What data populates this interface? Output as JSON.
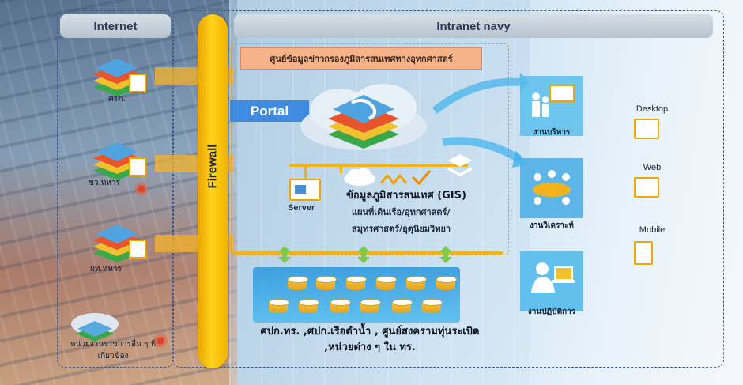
{
  "zones": {
    "internet": "Internet",
    "intranet": "Intranet navy"
  },
  "firewall": "Firewall",
  "banner": "ศูนย์ข้อมูลข่าวกรองภูมิสารสนเทศทางอุทกศาสตร์",
  "portal": "Portal",
  "server": "Server",
  "gis": {
    "title": "ข้อมูลภูมิสารสนเทศ (GIS)",
    "line1": "แผนที่เดินเรือ/อุทกศาสตร์/",
    "line2": "สมุทรศาสตร์/อุตุนิยมวิทยา"
  },
  "databases": {
    "line1": "ศปก.ทร. ,ศปก.เรือดำน้ำ , ศูนย์สงครามทุ่นระเบิด",
    "line2": ",หน่วยต่าง ๆ ใน ทร."
  },
  "left_nodes": [
    {
      "label": "ศรภ."
    },
    {
      "label": "ขว.ทหาร"
    },
    {
      "label": "ผท.ทหาร"
    },
    {
      "label": "หน่วยงานราชการอื่น ๆ ที่เกี่ยวข้อง"
    }
  ],
  "functions": [
    {
      "label": "งานบริหาร",
      "icon": "meeting-presentation-icon"
    },
    {
      "label": "งานวิเคราะห์",
      "icon": "analysis-table-icon"
    },
    {
      "label": "งานปฏิบัติการ",
      "icon": "operator-laptop-icon"
    }
  ],
  "devices": [
    {
      "label": "Desktop",
      "icon": "desktop-icon"
    },
    {
      "label": "Web",
      "icon": "web-icon"
    },
    {
      "label": "Mobile",
      "icon": "mobile-icon"
    }
  ],
  "colors": {
    "firewall": "#ffd21a",
    "portal": "#3f8be0",
    "banner": "#f6b38a",
    "db_panel": "#2896dc",
    "cards": "#5abeeb",
    "connector": "#f2b21a",
    "arrows_down": "#7dc94a"
  }
}
